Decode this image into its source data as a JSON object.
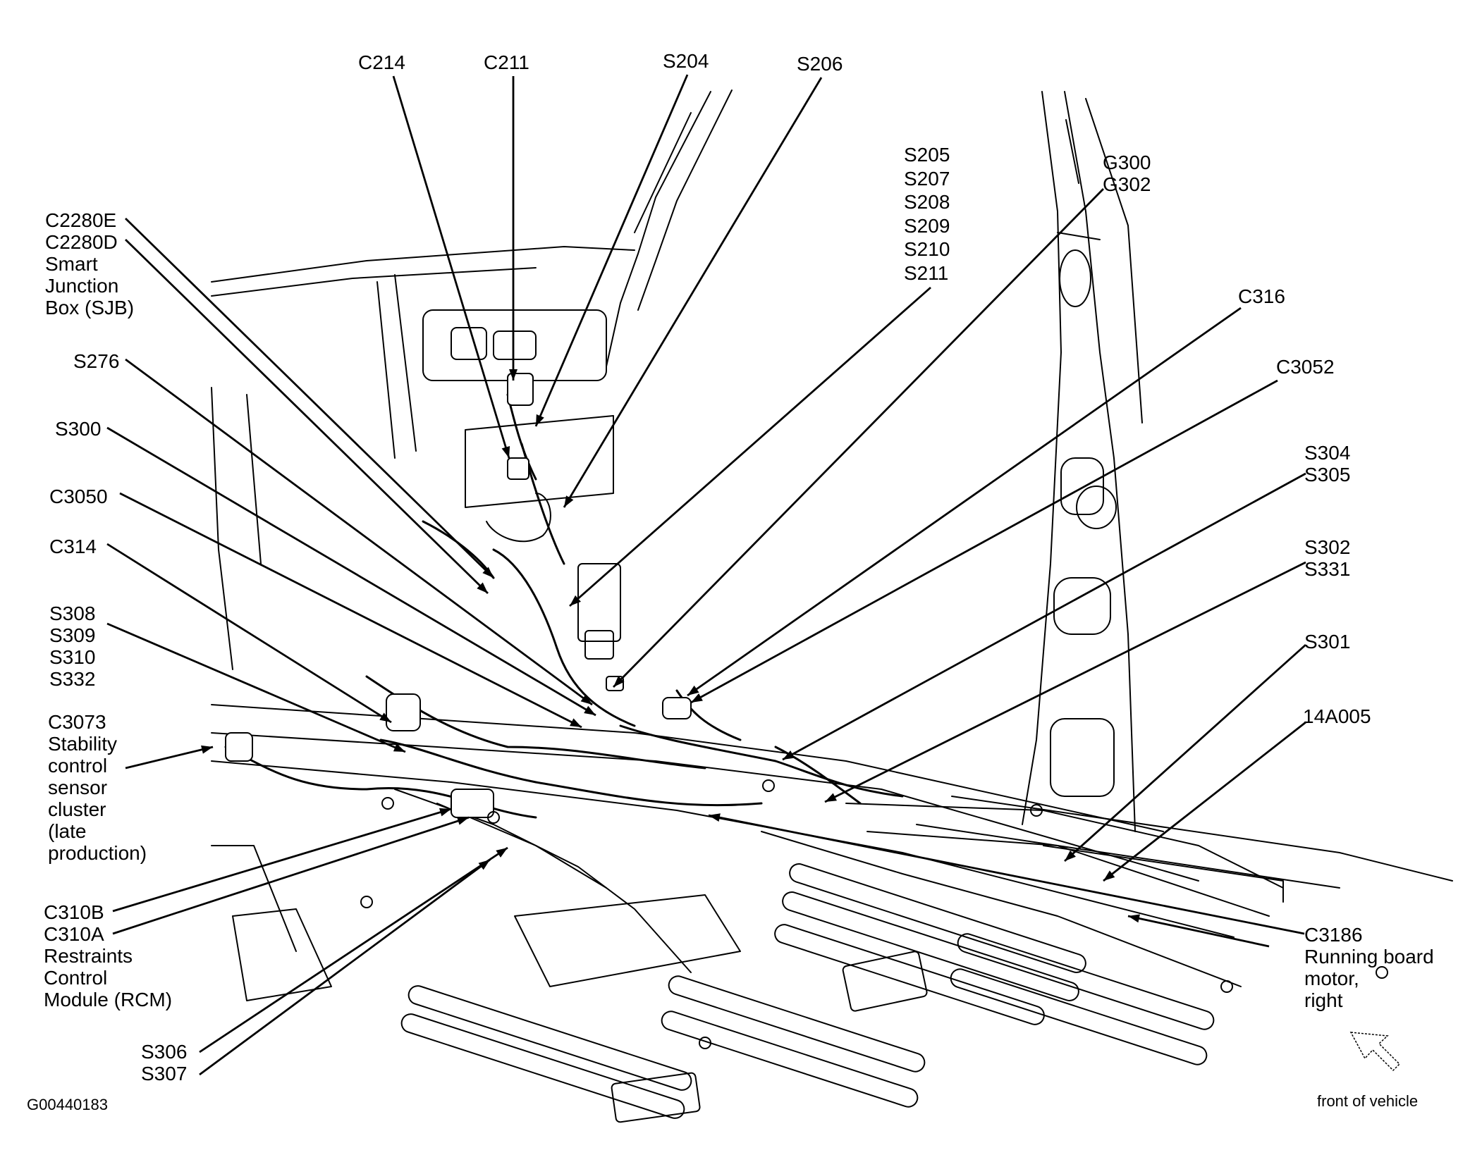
{
  "figure_id": "G00440183",
  "front_note": "front of vehicle",
  "callouts": {
    "c214": [
      "C214"
    ],
    "c211": [
      "C211"
    ],
    "s204": [
      "S204"
    ],
    "s206": [
      "S206"
    ],
    "s205_group": [
      "S205",
      "S207",
      "S208",
      "S209",
      "S210",
      "S211"
    ],
    "g300_group": [
      "G300",
      "G302"
    ],
    "c2280": [
      "C2280E",
      "C2280D",
      "Smart",
      "Junction",
      "Box (SJB)"
    ],
    "s276": [
      "S276"
    ],
    "c316": [
      "C316"
    ],
    "c3052": [
      "C3052"
    ],
    "s300": [
      "S300"
    ],
    "s304_group": [
      "S304",
      "S305"
    ],
    "c3050": [
      "C3050"
    ],
    "c314": [
      "C314"
    ],
    "s302_group": [
      "S302",
      "S331"
    ],
    "s308_group": [
      "S308",
      "S309",
      "S310",
      "S332"
    ],
    "s301": [
      "S301"
    ],
    "c3073": [
      "C3073",
      "Stability",
      "control",
      "sensor",
      "cluster",
      "(late",
      "production)"
    ],
    "part_14a005": [
      "14A005"
    ],
    "c310": [
      "C310B",
      "C310A",
      "Restraints",
      "Control",
      "Module (RCM)"
    ],
    "c3186": [
      "C3186",
      "Running board",
      "motor,",
      "right"
    ],
    "s306_group": [
      "S306",
      "S307"
    ]
  }
}
